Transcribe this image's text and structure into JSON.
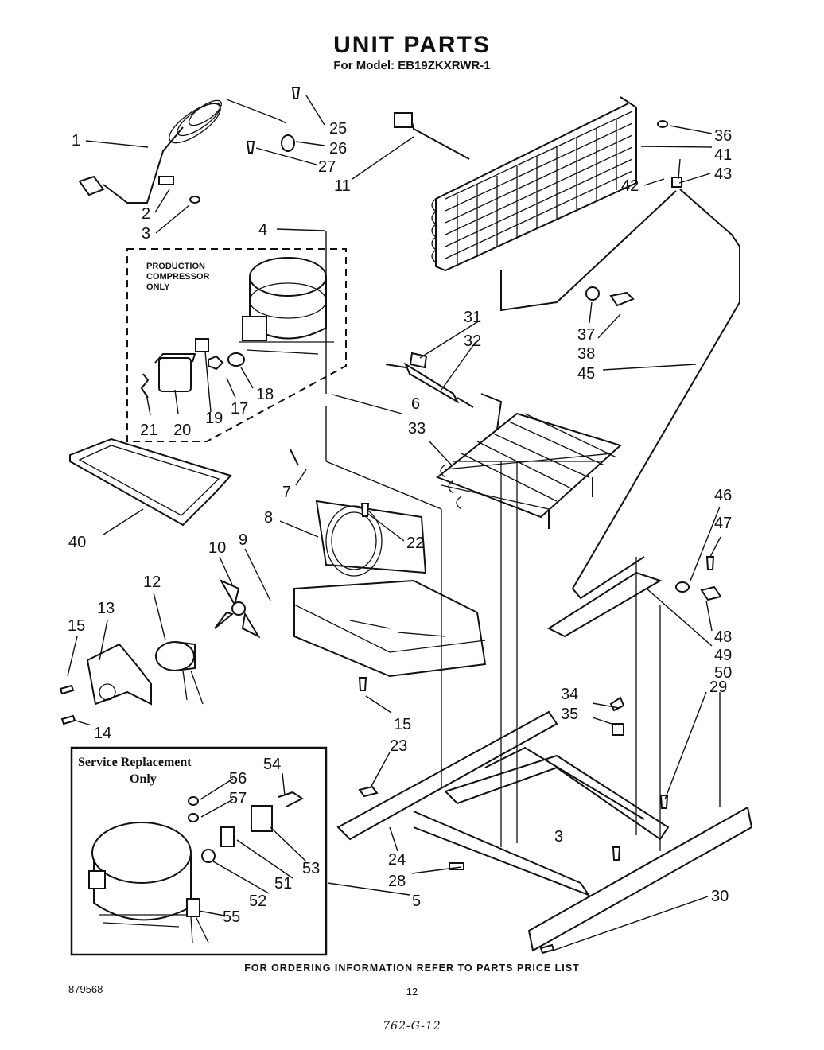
{
  "header": {
    "title": "UNIT PARTS",
    "subtitle": "For Model: EB19ZKXRWR-1"
  },
  "production_box": {
    "label_line1": "PRODUCTION",
    "label_line2": "COMPRESSOR",
    "label_line3": "ONLY"
  },
  "service_box": {
    "label_line1": "Service Replacement",
    "label_line2": "Only"
  },
  "callouts": {
    "c1": "1",
    "c2": "2",
    "c3a": "3",
    "c3b": "3",
    "c4": "4",
    "c5": "5",
    "c6": "6",
    "c7": "7",
    "c8": "8",
    "c9": "9",
    "c10": "10",
    "c11": "11",
    "c12": "12",
    "c13": "13",
    "c14": "14",
    "c15a": "15",
    "c15b": "15",
    "c17": "17",
    "c18": "18",
    "c19": "19",
    "c20": "20",
    "c21": "21",
    "c22": "22",
    "c23": "23",
    "c24": "24",
    "c25": "25",
    "c26": "26",
    "c27": "27",
    "c28": "28",
    "c29": "29",
    "c30": "30",
    "c31": "31",
    "c32": "32",
    "c33": "33",
    "c34": "34",
    "c35": "35",
    "c36": "36",
    "c37": "37",
    "c38": "38",
    "c40": "40",
    "c41": "41",
    "c42": "42",
    "c43": "43",
    "c45": "45",
    "c46": "46",
    "c47": "47",
    "c48": "48",
    "c49": "49",
    "c50": "50",
    "c51": "51",
    "c52": "52",
    "c53": "53",
    "c54": "54",
    "c55": "55",
    "c56": "56",
    "c57": "57"
  },
  "footer": {
    "ordering_note": "FOR ORDERING INFORMATION REFER TO PARTS PRICE LIST",
    "doc_number": "879568",
    "page_number": "12",
    "handwritten_note": "762-G-12"
  }
}
